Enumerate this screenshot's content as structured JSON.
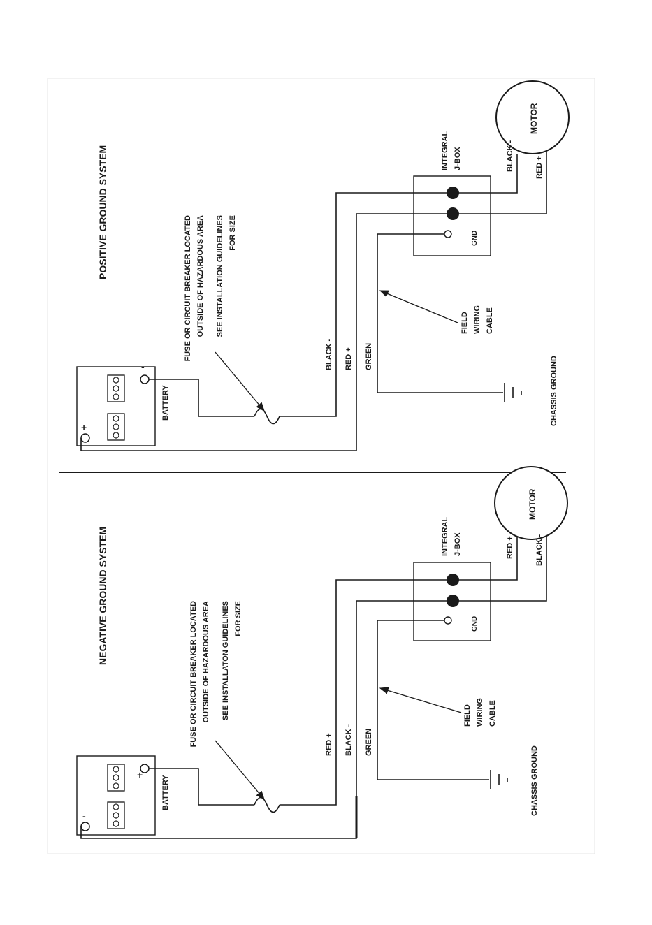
{
  "positive": {
    "title": "POSITIVE GROUND SYSTEM",
    "battery_label": "BATTERY",
    "plus_symbol": "+",
    "minus_symbol": "-",
    "fuse_note": [
      "FUSE OR CIRCUIT BREAKER LOCATED",
      "OUTSIDE OF HAZARDOUS AREA",
      "SEE INSTALLATION GUIDELINES",
      "FOR SIZE"
    ],
    "wire_labels": [
      "BLACK -",
      "RED +",
      "GREEN"
    ],
    "jbox_label": [
      "INTEGRAL",
      "J-BOX"
    ],
    "gnd_label": "GND",
    "motor_label": "MOTOR",
    "motor_wire_labels": [
      "BLACK -",
      "RED +"
    ],
    "field_wiring": [
      "FIELD",
      "WIRING",
      "CABLE"
    ],
    "chassis_ground": "CHASSIS GROUND"
  },
  "negative": {
    "title": "NEGATIVE GROUND SYSTEM",
    "battery_label": "BATTERY",
    "plus_symbol": "+",
    "minus_symbol": "-",
    "fuse_note": [
      "FUSE OR CIRCUIT BREAKER LOCATED",
      "OUTSIDE OF HAZARDOUS AREA",
      "SEE INSTALLATON GUIDELINES",
      "FOR SIZE"
    ],
    "wire_labels": [
      "RED +",
      "BLACK -",
      "GREEN"
    ],
    "jbox_label": [
      "INTEGRAL",
      "J-BOX"
    ],
    "gnd_label": "GND",
    "motor_label": "MOTOR",
    "motor_wire_labels": [
      "RED +",
      "BLACK -"
    ],
    "field_wiring": [
      "FIELD",
      "WIRING",
      "CABLE"
    ],
    "chassis_ground": "CHASSIS GROUND"
  }
}
